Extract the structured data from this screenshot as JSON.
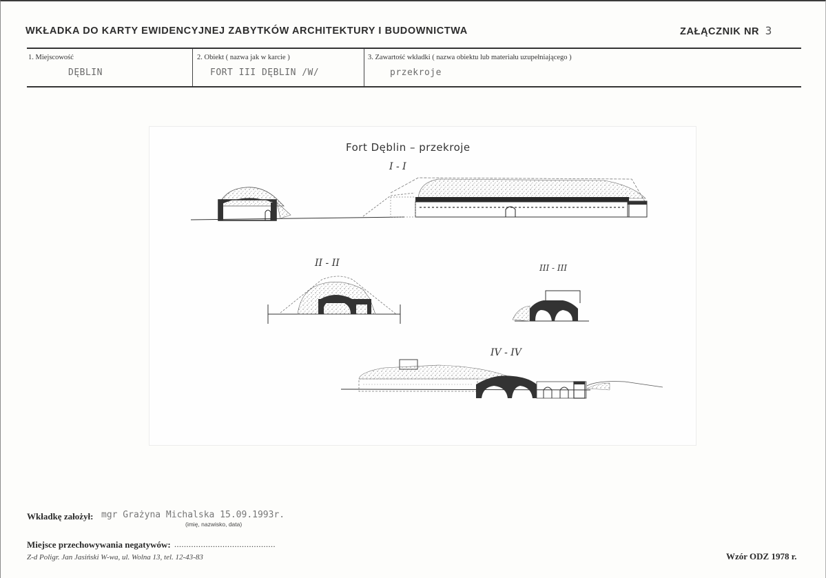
{
  "header": {
    "title": "WKŁADKA DO KARTY EWIDENCYJNEJ ZABYTKÓW ARCHITEKTURY I BUDOWNICTWA",
    "attachment_label": "ZAŁĄCZNIK NR",
    "attachment_number": "3"
  },
  "fields": [
    {
      "label": "1. Miejscowość",
      "value": "DĘBLIN"
    },
    {
      "label": "2. Obiekt ( nazwa jak w karcie )",
      "value": "FORT III DĘBLIN /W/"
    },
    {
      "label": "3. Zawartość wkładki ( nazwa obiektu lub materiału uzupełniającego )",
      "value": "przekroje"
    }
  ],
  "drawing": {
    "title": "Fort Dęblin – przekroje",
    "sections": [
      "I - I",
      "II - II",
      "III - III",
      "IV - IV"
    ]
  },
  "footer": {
    "author_label": "Wkładkę założył:",
    "author_value": "mgr Grażyna Michalska 15.09.1993r.",
    "author_caption": "(imię, nazwisko, data)",
    "negatives_label": "Miejsce przechowywania negatywów:",
    "negatives_dots": "..........................................",
    "printer": "Z-d Poligr. Jan Jasiński W-wa, ul. Wolna 13, tel. 12-43-83",
    "form_code": "Wzór ODZ 1978 r."
  }
}
